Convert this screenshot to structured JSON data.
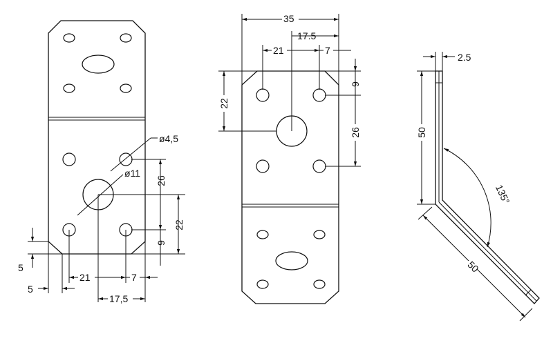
{
  "left_view": {
    "d_small": "ø4,5",
    "d_large": "ø11",
    "dim_26": "26",
    "dim_22": "22",
    "dim_9": "9",
    "dim_21": "21",
    "dim_7": "7",
    "dim_17_5": "17,5",
    "dim_5_v": "5",
    "dim_5_h": "5"
  },
  "middle_view": {
    "dim_35": "35",
    "dim_17_5": "17.5",
    "dim_21": "21",
    "dim_7": "7",
    "dim_9": "9",
    "dim_22": "22",
    "dim_26": "26"
  },
  "side_view": {
    "thickness": "2.5",
    "height": "50",
    "angle": "135°",
    "length": "50"
  }
}
